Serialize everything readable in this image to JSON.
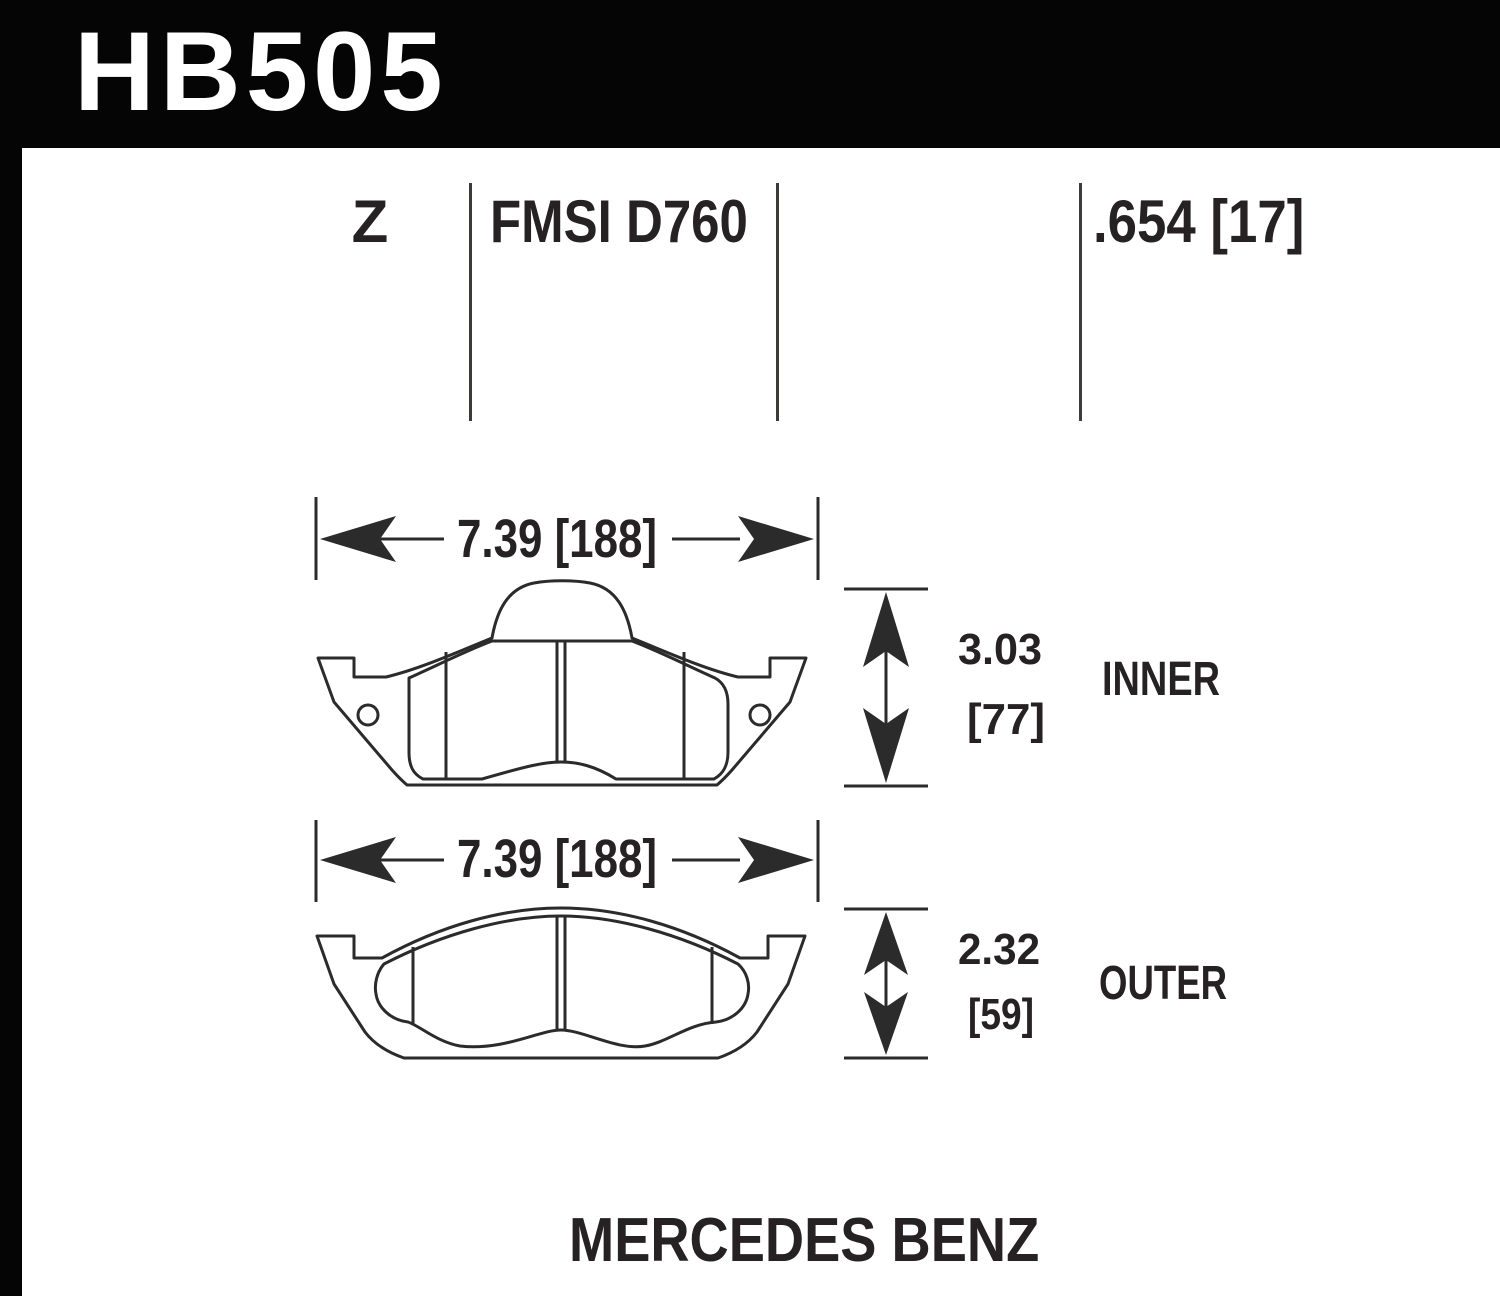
{
  "header": {
    "part_number": "HB505",
    "compound_code": "Z",
    "fmsi_code": "FMSI D760",
    "pad_thickness": ".654 [17]"
  },
  "diagram": {
    "inner_pad": {
      "width_dim": "7.39 [188]",
      "height_dim_in": "3.03",
      "height_dim_mm": "[77]",
      "view_label": "INNER"
    },
    "outer_pad": {
      "width_dim": "7.39 [188]",
      "height_dim_in": "2.32",
      "height_dim_mm": "[59]",
      "view_label": "OUTER"
    }
  },
  "footer": {
    "vehicle_make": "MERCEDES BENZ"
  },
  "colors": {
    "bar": "#050505",
    "line": "#2b2b2b",
    "text": "#262223"
  }
}
